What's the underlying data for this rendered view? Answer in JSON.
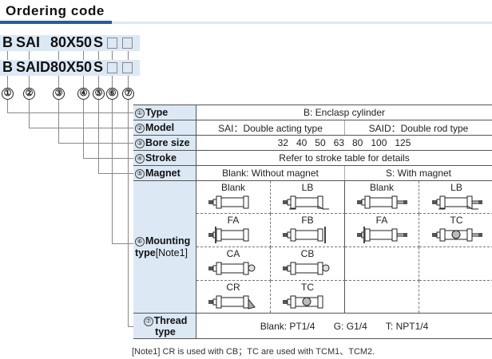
{
  "title": "Ordering code",
  "code_rows": [
    {
      "parts": [
        "B",
        "SAI",
        "80X50",
        "S"
      ]
    },
    {
      "parts": [
        "B",
        "SAID",
        "80X50",
        "S"
      ]
    }
  ],
  "position_markers": [
    "①",
    "②",
    "③",
    "④",
    "⑤",
    "⑥",
    "⑦"
  ],
  "rows": {
    "type": {
      "num": "①",
      "label": "Type",
      "value": "B: Enclasp cylinder"
    },
    "model": {
      "num": "②",
      "label": "Model",
      "value_a": "SAI：Double acting type",
      "value_b": "SAID：Double rod type"
    },
    "bore": {
      "num": "③",
      "label": "Bore size",
      "value": "32   40   50   63   80   100   125"
    },
    "stroke": {
      "num": "④",
      "label": "Stroke",
      "value": "Refer to stroke table for details"
    },
    "magnet": {
      "num": "⑤",
      "label": "Magnet",
      "value_a": "Blank: Without magnet",
      "value_b": "S: With magnet"
    },
    "mounting": {
      "num": "⑥",
      "label": "Mounting",
      "label2": "type",
      "note_ref": "[Note1]",
      "single_rod": [
        "Blank",
        "LB",
        "FA",
        "FB",
        "CA",
        "CB",
        "CR",
        "TC"
      ],
      "double_rod": [
        "Blank",
        "LB",
        "FA",
        "TC"
      ]
    },
    "thread": {
      "num": "⑦",
      "label": "Thread",
      "label2": "type",
      "options": [
        "Blank: PT1/4",
        "G: G1/4",
        "T: NPT1/4"
      ]
    }
  },
  "note": "[Note1] CR is used with CB；TC are used with TCM1、TCM2.",
  "colors": {
    "accent": "#1f5e9e",
    "label_bg": "#dce9f5"
  }
}
